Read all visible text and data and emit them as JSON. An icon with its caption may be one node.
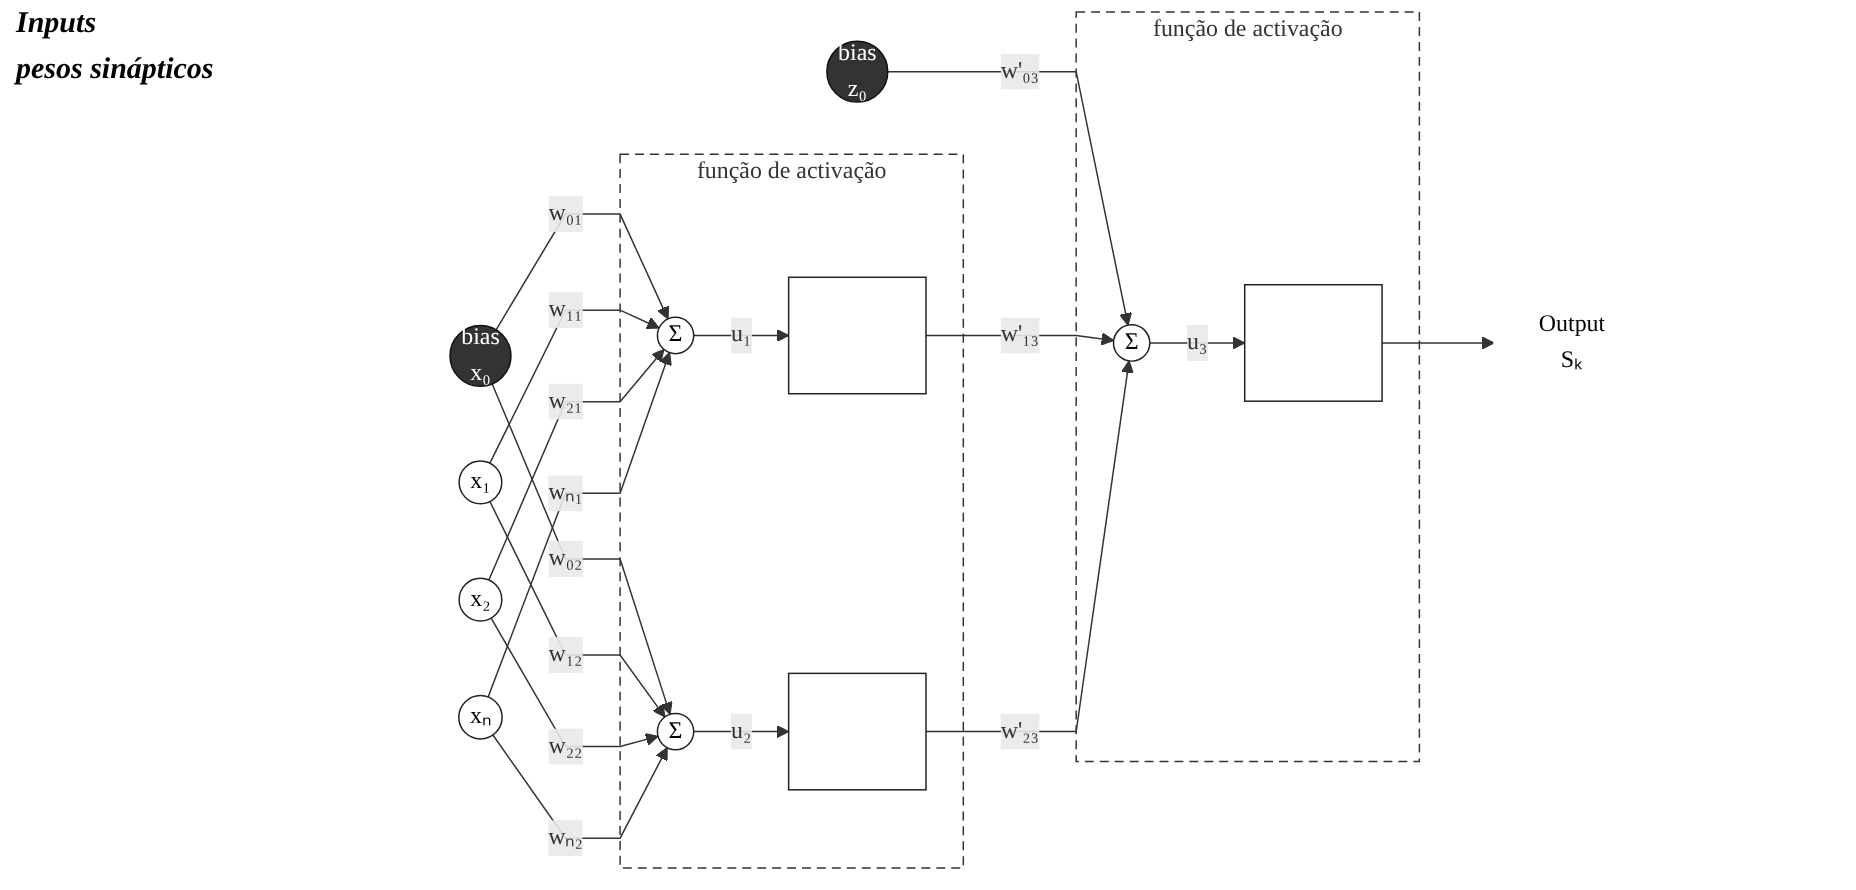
{
  "diagram": {
    "nodes": [
      {
        "text": [
          "bias",
          "x₀"
        ]
      },
      {
        "text": [
          "x₁"
        ]
      },
      {
        "text": [
          "x₂"
        ]
      },
      {
        "text": [
          "xₙ"
        ]
      },
      {
        "text": [
          "função de activação"
        ]
      },
      {
        "text": [
          "Σ"
        ],
        "in": 4
      },
      {
        "text": [],
        "shape": "box",
        "in": 4
      },
      {
        "text": [
          "Σ"
        ],
        "in": 4
      },
      {
        "text": [],
        "shape": "box",
        "in": 4
      },
      {
        "text": [
          "bias",
          "z₀"
        ]
      },
      {
        "text": [
          "função de activação"
        ]
      },
      {
        "text": [
          "Σ"
        ],
        "in": 10
      },
      {
        "text": [],
        "shape": "box",
        "in": 10
      },
      {
        "text": [
          "Output",
          "Sₖ"
        ]
      }
    ],
    "edges": [
      {
        "from": 0,
        "to": 5,
        "arrow": "to",
        "label": "w₀₁"
      },
      {
        "from": 0,
        "to": 7,
        "arrow": "to",
        "label": "w₀₂"
      },
      {
        "from": 1,
        "to": 5,
        "arrow": "to",
        "label": "w₁₁"
      },
      {
        "from": 1,
        "to": 7,
        "arrow": "to",
        "label": "w₁₂"
      },
      {
        "from": 2,
        "to": 5,
        "arrow": "to",
        "label": "w₂₁"
      },
      {
        "from": 2,
        "to": 7,
        "arrow": "to",
        "label": "w₂₂"
      },
      {
        "from": 3,
        "to": 5,
        "arrow": "to",
        "label": "wₙ₁"
      },
      {
        "from": 3,
        "to": 7,
        "arrow": "to",
        "label": "wₙ₂"
      },
      {
        "from": 5,
        "to": 6,
        "arrow": "to",
        "label": "u₁"
      },
      {
        "from": 7,
        "to": 8,
        "arrow": "to",
        "label": "u₂"
      },
      {
        "from": 9,
        "to": 11,
        "arrow": "to",
        "label": "w'₀₃"
      },
      {
        "from": 6,
        "to": 11,
        "arrow": "to",
        "label": "w'₁₃"
      },
      {
        "from": 8,
        "to": 11,
        "arrow": "to",
        "label": "w'₂₃"
      },
      {
        "from": 11,
        "to": 12,
        "arrow": "to",
        "label": "u₃"
      },
      {
        "from": 12,
        "to": 13,
        "arrow": "to"
      }
    ],
    "labels": [
      "Inputs",
      "pesos sinápticos"
    ]
  }
}
